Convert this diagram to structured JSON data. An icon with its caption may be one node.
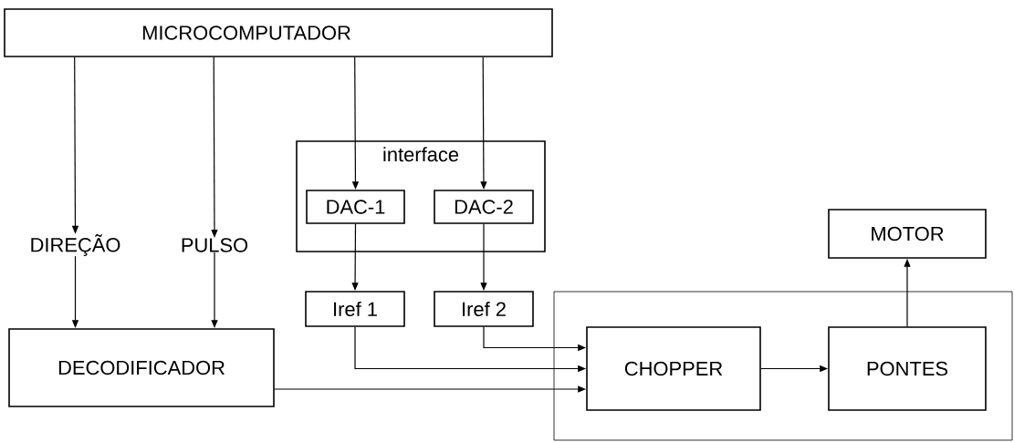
{
  "diagram": {
    "nodes": [
      {
        "text": [
          "MICROCOMPUTADOR"
        ]
      },
      {
        "text": [
          "interface"
        ]
      },
      {
        "text": [
          "DAC-1"
        ],
        "in": 1
      },
      {
        "text": [
          "DAC-2"
        ],
        "in": 1
      },
      {
        "text": [
          "DIREÇÃO"
        ]
      },
      {
        "text": [
          "PULSO"
        ]
      },
      {
        "text": [
          "Iref 1"
        ]
      },
      {
        "text": [
          "Iref 2"
        ]
      },
      {
        "text": [
          "DECODIFICADOR"
        ]
      },
      {
        "text": [],
        "shape": "box"
      },
      {
        "text": [
          "CHOPPER"
        ],
        "in": 9
      },
      {
        "text": [
          "PONTES"
        ],
        "in": 9
      },
      {
        "text": [
          "MOTOR"
        ]
      }
    ],
    "edges": [
      {
        "from": 0,
        "to": 4,
        "arrow": "to"
      },
      {
        "from": 0,
        "to": 5,
        "arrow": "to"
      },
      {
        "from": 0,
        "to": 2,
        "arrow": "to"
      },
      {
        "from": 0,
        "to": 3,
        "arrow": "to"
      },
      {
        "from": 4,
        "to": 8,
        "arrow": "to"
      },
      {
        "from": 5,
        "to": 8,
        "arrow": "to"
      },
      {
        "from": 2,
        "to": 6,
        "arrow": "to"
      },
      {
        "from": 3,
        "to": 7,
        "arrow": "to"
      },
      {
        "from": 7,
        "to": 10,
        "arrow": "to"
      },
      {
        "from": 6,
        "to": 10,
        "arrow": "to"
      },
      {
        "from": 8,
        "to": 10,
        "arrow": "to"
      },
      {
        "from": 10,
        "to": 11,
        "arrow": "to"
      },
      {
        "from": 11,
        "to": 12,
        "arrow": "to"
      }
    ]
  }
}
